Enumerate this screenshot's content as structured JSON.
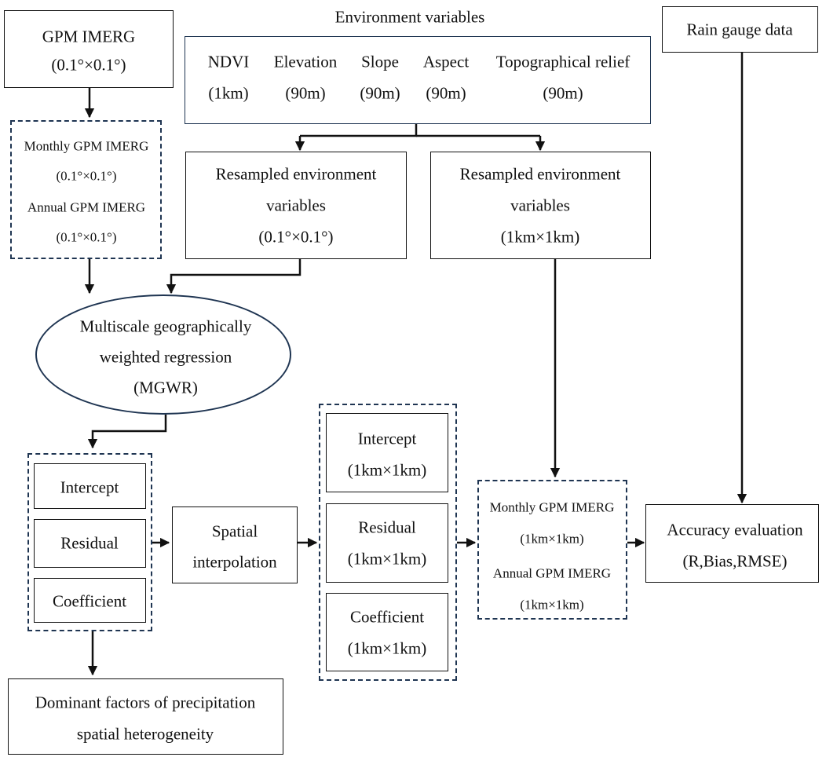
{
  "gpm": {
    "title": "GPM IMERG",
    "res": "(0.1°×0.1°)"
  },
  "env": {
    "title": "Environment variables",
    "vars": [
      {
        "name": "NDVI",
        "res": "(1km)"
      },
      {
        "name": "Elevation",
        "res": "(90m)"
      },
      {
        "name": "Slope",
        "res": "(90m)"
      },
      {
        "name": "Aspect",
        "res": "(90m)"
      },
      {
        "name": "Topographical relief",
        "res": "(90m)"
      }
    ]
  },
  "rain": {
    "label": "Rain gauge data"
  },
  "monthly_coarse": {
    "monthly": "Monthly GPM IMERG",
    "monthly_res": "(0.1°×0.1°)",
    "annual": "Annual GPM IMERG",
    "annual_res": "(0.1°×0.1°)"
  },
  "resampled_coarse": {
    "line1": "Resampled environment",
    "line2": "variables",
    "line3": "(0.1°×0.1°)"
  },
  "resampled_fine": {
    "line1": "Resampled environment",
    "line2": "variables",
    "line3": "(1km×1km)"
  },
  "mgwr": {
    "line1": "Multiscale geographically",
    "line2": "weighted regression",
    "line3": "(MGWR)"
  },
  "outputs": {
    "intercept": "Intercept",
    "residual": "Residual",
    "coefficient": "Coefficient"
  },
  "interp": {
    "line1": "Spatial",
    "line2": "interpolation"
  },
  "fine_outputs": {
    "intercept": "Intercept",
    "residual": "Residual",
    "coefficient": "Coefficient",
    "res": "(1km×1km)"
  },
  "monthly_fine": {
    "monthly": "Monthly GPM IMERG",
    "monthly_res": "(1km×1km)",
    "annual": "Annual GPM IMERG",
    "annual_res": "(1km×1km)"
  },
  "accuracy": {
    "line1": "Accuracy evaluation",
    "line2": "(R,Bias,RMSE)"
  },
  "dominant": {
    "line1": "Dominant factors of precipitation",
    "line2": "spatial heterogeneity"
  }
}
